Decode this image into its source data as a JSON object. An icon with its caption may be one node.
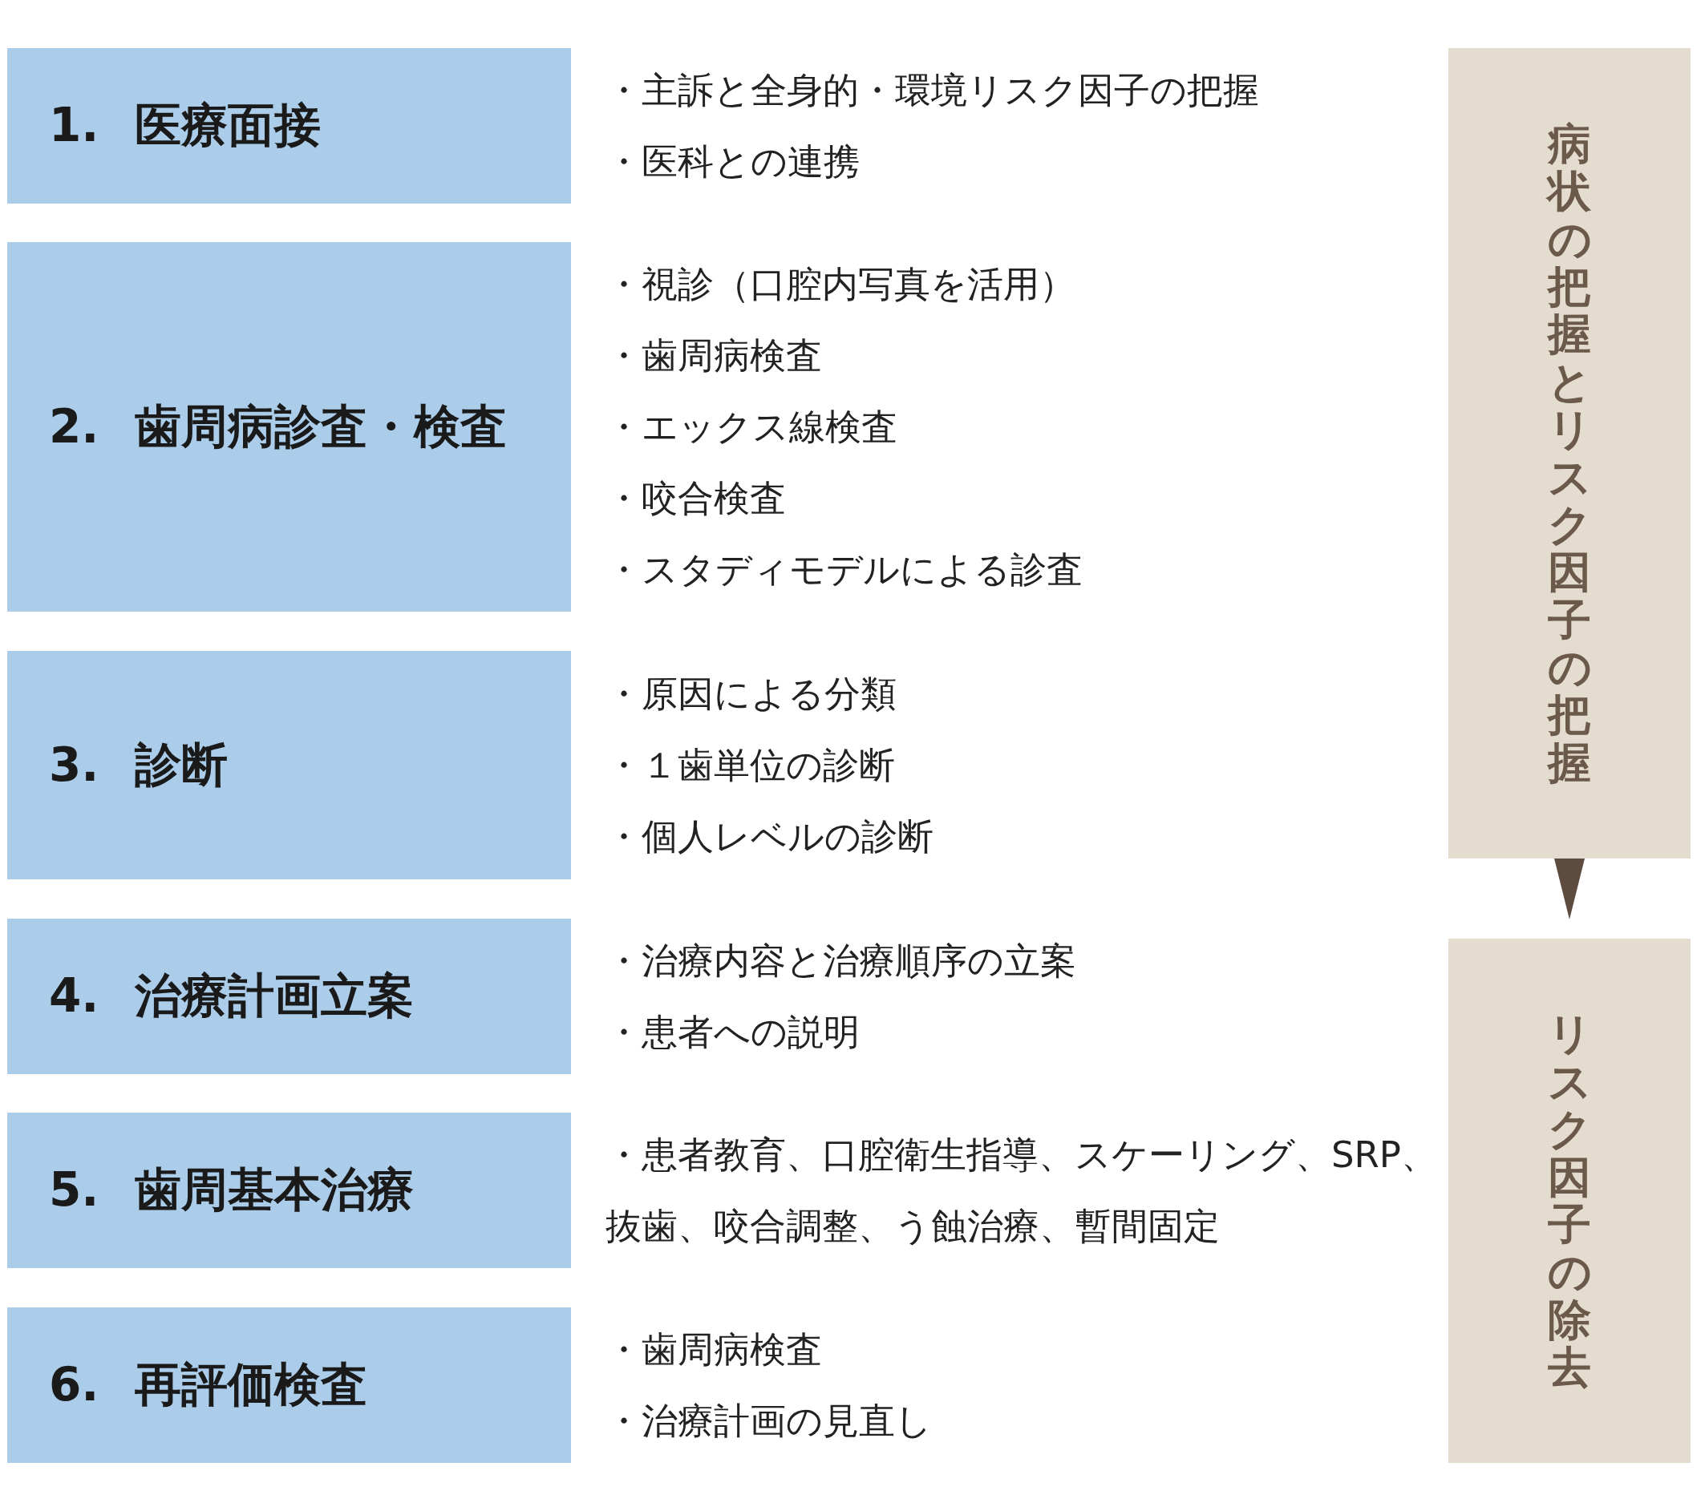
{
  "diagram": {
    "nodes": [
      {
        "text": [
          "1. 医療面接"
        ],
        "beside": [
          "・主訴と全身的・環境リスク因子の把握",
          "・医科との連携"
        ]
      },
      {
        "text": [
          "2. 歯周病診査・検査"
        ],
        "beside": [
          "・視診（口腔内写真を活用）",
          "・歯周病検査",
          "・エックス線検査",
          "・咬合検査",
          "・スタディモデルによる診査"
        ]
      },
      {
        "text": [
          "3. 診断"
        ],
        "beside": [
          "・原因による分類",
          "・１歯単位の診断",
          "・個人レベルの診断"
        ]
      },
      {
        "text": [
          "4. 治療計画立案"
        ],
        "beside": [
          "・治療内容と治療順序の立案",
          "・患者への説明"
        ]
      },
      {
        "text": [
          "5. 歯周基本治療"
        ],
        "beside": [
          "・患者教育、口腔衛生指導、スケーリング、SRP、抜歯、咬合調整、う蝕治療、暫間固定"
        ]
      },
      {
        "text": [
          "6. 再評価検査"
        ],
        "beside": [
          "・歯周病検査",
          "・治療計画の見直し"
        ]
      },
      {
        "text": [
          "病状の把握とリスク因子の把握"
        ]
      },
      {
        "text": [
          "リスク因子の除去"
        ]
      }
    ],
    "edges": [
      {
        "from": 6,
        "to": 7,
        "arrow": "to"
      }
    ]
  }
}
